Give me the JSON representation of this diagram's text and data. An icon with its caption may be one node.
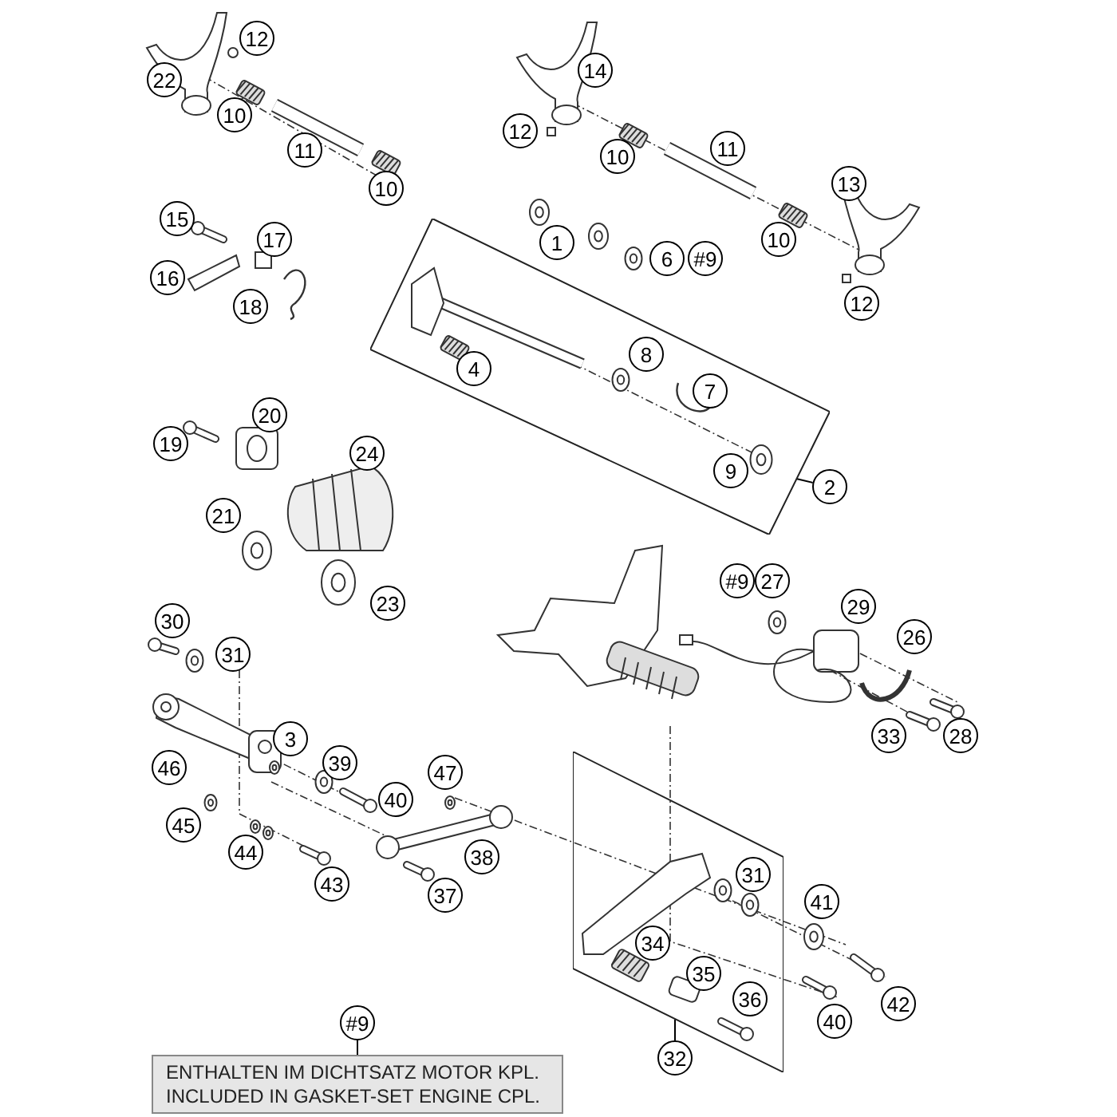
{
  "diagram": {
    "nodes": [
      {
        "text": [
          "12"
        ]
      },
      {
        "text": [
          "14"
        ]
      },
      {
        "text": [
          "22"
        ]
      },
      {
        "text": [
          "10"
        ]
      },
      {
        "text": [
          "12"
        ]
      },
      {
        "text": [
          "11"
        ]
      },
      {
        "text": [
          "11"
        ]
      },
      {
        "text": [
          "10"
        ]
      },
      {
        "text": [
          "13"
        ]
      },
      {
        "text": [
          "10"
        ]
      },
      {
        "text": [],
        "shape": "box"
      },
      {
        "text": [
          "15"
        ]
      },
      {
        "text": [
          "17"
        ]
      },
      {
        "text": [
          "10"
        ]
      },
      {
        "text": [
          "1"
        ]
      },
      {
        "text": [
          "6"
        ]
      },
      {
        "text": [
          "#9"
        ]
      },
      {
        "text": [
          "16"
        ]
      },
      {
        "text": [
          "12"
        ]
      },
      {
        "text": [
          "18"
        ]
      },
      {
        "text": [
          "8"
        ],
        "in": 10
      },
      {
        "text": [
          "4"
        ],
        "in": 10
      },
      {
        "text": [
          "7"
        ],
        "in": 10
      },
      {
        "text": [
          "20"
        ]
      },
      {
        "text": [
          "19"
        ]
      },
      {
        "text": [
          "24"
        ]
      },
      {
        "text": [
          "9"
        ],
        "in": 10
      },
      {
        "text": [
          "2"
        ]
      },
      {
        "text": [
          "21"
        ]
      },
      {
        "text": [
          "#9"
        ]
      },
      {
        "text": [
          "27"
        ]
      },
      {
        "text": [
          "23"
        ]
      },
      {
        "text": [
          "29"
        ]
      },
      {
        "text": [
          "30"
        ]
      },
      {
        "text": [
          "26"
        ]
      },
      {
        "text": [
          "31"
        ]
      },
      {
        "text": [
          "33"
        ]
      },
      {
        "text": [
          "28"
        ]
      },
      {
        "text": [
          "3"
        ]
      },
      {
        "text": [],
        "shape": "box"
      },
      {
        "text": [
          "39"
        ]
      },
      {
        "text": [
          "46"
        ]
      },
      {
        "text": [
          "47"
        ]
      },
      {
        "text": [
          "40"
        ]
      },
      {
        "text": [
          "45"
        ]
      },
      {
        "text": [
          "44"
        ]
      },
      {
        "text": [
          "38"
        ]
      },
      {
        "text": [
          "31"
        ],
        "in": 39
      },
      {
        "text": [
          "43"
        ]
      },
      {
        "text": [
          "37"
        ]
      },
      {
        "text": [
          "41"
        ]
      },
      {
        "text": [
          "34"
        ],
        "in": 39
      },
      {
        "text": [
          "35"
        ],
        "in": 39
      },
      {
        "text": [
          "36"
        ],
        "in": 39
      },
      {
        "text": [
          "42"
        ]
      },
      {
        "text": [
          "40"
        ]
      },
      {
        "text": [
          "#9"
        ]
      },
      {
        "text": [
          "32"
        ]
      },
      {
        "text": [
          "ENTHALTEN IM DICHTSATZ MOTOR KPL.",
          "INCLUDED IN GASKET-SET ENGINE CPL."
        ]
      }
    ],
    "edges": [
      {
        "from": 27,
        "to": 10,
        "arrow": "none"
      },
      {
        "from": 57,
        "to": 39,
        "arrow": "none"
      },
      {
        "from": 56,
        "to": 58,
        "arrow": "none"
      }
    ]
  }
}
